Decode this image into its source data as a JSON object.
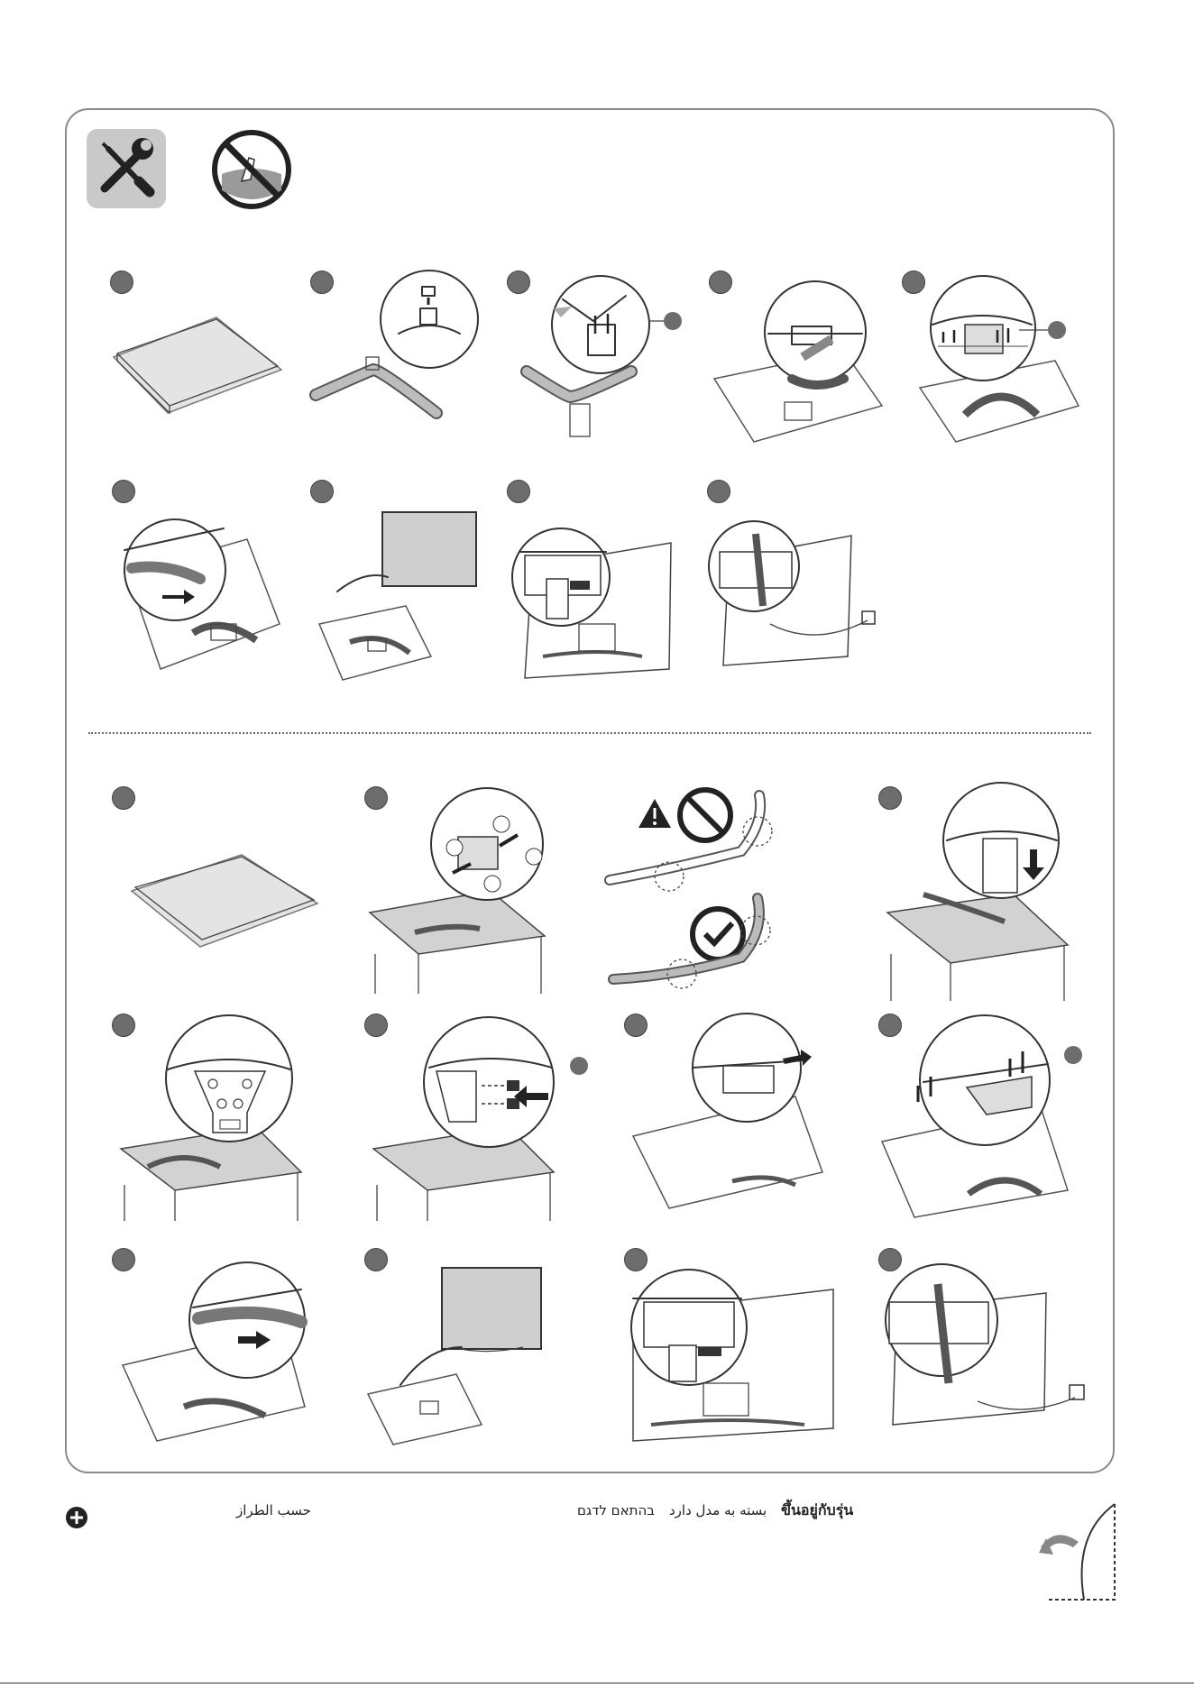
{
  "footer": {
    "ar": "حسب الطراز",
    "he": "בהתאם לדגם",
    "fa": "بسته به مدل دارد",
    "th": "ขึ้นอยู่กับรุ่น"
  },
  "icons": {
    "tools": "tools-icon",
    "no_hand": "no-touch-screen-icon",
    "plus": "plus-circle-icon",
    "page_turn": "page-turn-icon",
    "warning": "warning-icon",
    "prohibited": "prohibited-icon",
    "check": "check-icon"
  },
  "colors": {
    "badge": "#6d6d6d",
    "panel_gray": "#c9c9c9",
    "frame": "#8a8a8a"
  }
}
